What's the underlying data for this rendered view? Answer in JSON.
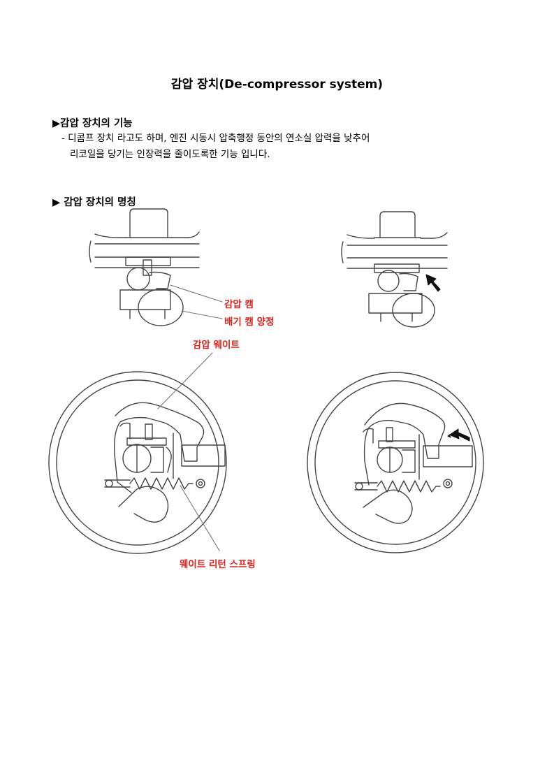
{
  "document": {
    "title": "감압 장치(De-compressor system)",
    "section1": {
      "heading": "▶감압 장치의 기능",
      "line1": "- 디콤프 장치 라고도 하며, 엔진 시동시 압축행정 동안의 연소실 압력을 낮추어",
      "line2": "리코일을 당기는 인장력을 줄이도록한 기능 입니다."
    },
    "section2": {
      "heading": "▶ 감압 장치의 명칭"
    }
  },
  "figure": {
    "labels": {
      "decomp_cam": "감압 캠",
      "exhaust_cam_lift": "배기 캠 양정",
      "decomp_weight": "감압 웨이트",
      "weight_return_spring": "웨이트 리턴 스프링"
    },
    "colors": {
      "label": "#e0221a",
      "line": "#444444",
      "leader": "#777777"
    }
  }
}
